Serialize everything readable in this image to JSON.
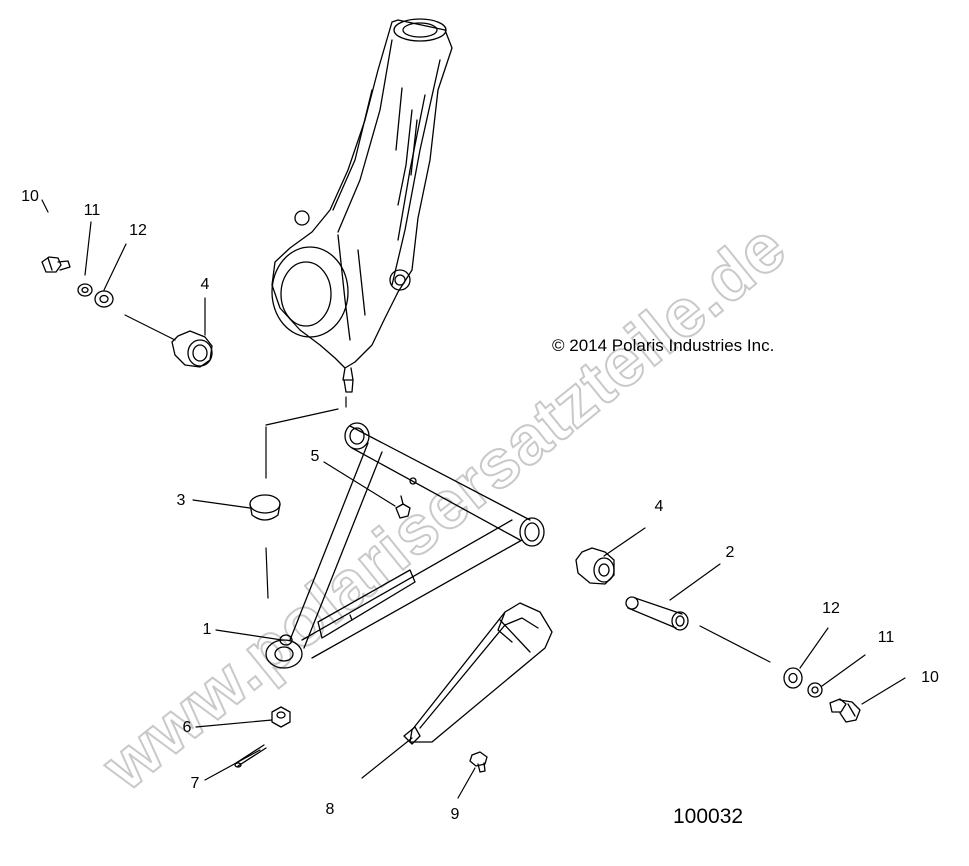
{
  "copyright": "© 2014 Polaris Industries Inc.",
  "drawing_number": "100032",
  "watermark": "www.polarisersatzteile.de",
  "callouts": {
    "c1": "1",
    "c2": "2",
    "c3": "3",
    "c4a": "4",
    "c4b": "4",
    "c5": "5",
    "c6": "6",
    "c7": "7",
    "c8": "8",
    "c9": "9",
    "c10a": "10",
    "c10b": "10",
    "c11a": "11",
    "c11b": "11",
    "c12a": "12",
    "c12b": "12"
  }
}
